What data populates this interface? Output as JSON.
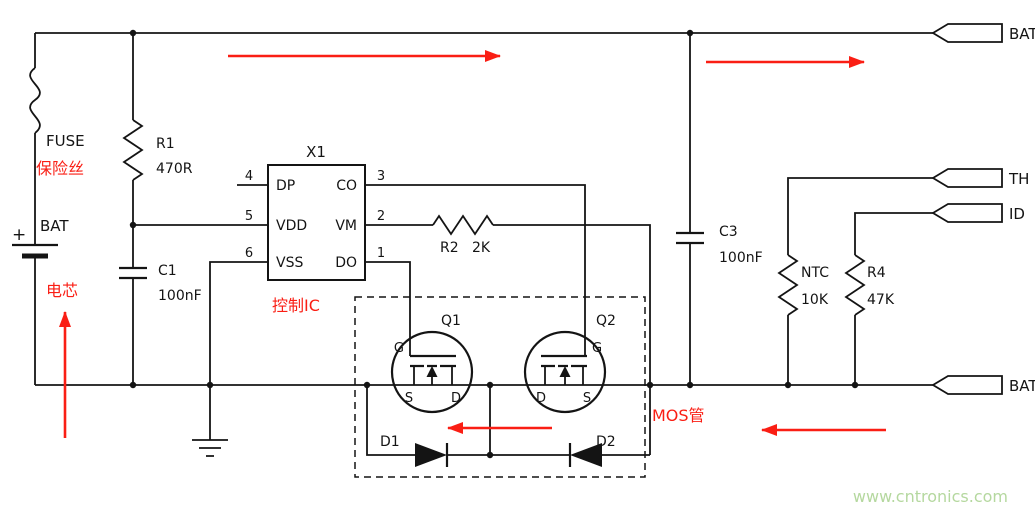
{
  "schematic": {
    "components": {
      "fuse": {
        "name": "FUSE",
        "annotation": "保险丝"
      },
      "battery": {
        "name": "BAT",
        "plus": "+",
        "annotation": "电芯"
      },
      "r1": {
        "ref": "R1",
        "value": "470R"
      },
      "c1": {
        "ref": "C1",
        "value": "100nF"
      },
      "ic": {
        "ref": "X1",
        "annotation": "控制IC",
        "pins_left": [
          {
            "num": "4",
            "name": "DP"
          },
          {
            "num": "5",
            "name": "VDD"
          },
          {
            "num": "6",
            "name": "VSS"
          }
        ],
        "pins_right": [
          {
            "num": "3",
            "name": "CO"
          },
          {
            "num": "2",
            "name": "VM"
          },
          {
            "num": "1",
            "name": "DO"
          }
        ]
      },
      "r2": {
        "ref": "R2",
        "value": "2K"
      },
      "c3": {
        "ref": "C3",
        "value": "100nF"
      },
      "q1": {
        "ref": "Q1",
        "gate": "G",
        "source": "S",
        "drain": "D"
      },
      "q2": {
        "ref": "Q2",
        "gate": "G",
        "source": "S",
        "drain": "D"
      },
      "d1": {
        "ref": "D1"
      },
      "d2": {
        "ref": "D2"
      },
      "mosfets_annotation": "MOS管",
      "ntc": {
        "ref": "NTC",
        "value": "10K"
      },
      "r4": {
        "ref": "R4",
        "value": "47K"
      }
    },
    "connectors": {
      "bat_plus": "BAT+",
      "th": "TH",
      "id": "ID",
      "bat_minus": "BAT-"
    }
  },
  "watermark": "www.cntronics.com",
  "colors": {
    "wire": "#141414",
    "annotation": "#fa1e14",
    "watermark": "#b5d89f",
    "background": "#ffffff"
  }
}
